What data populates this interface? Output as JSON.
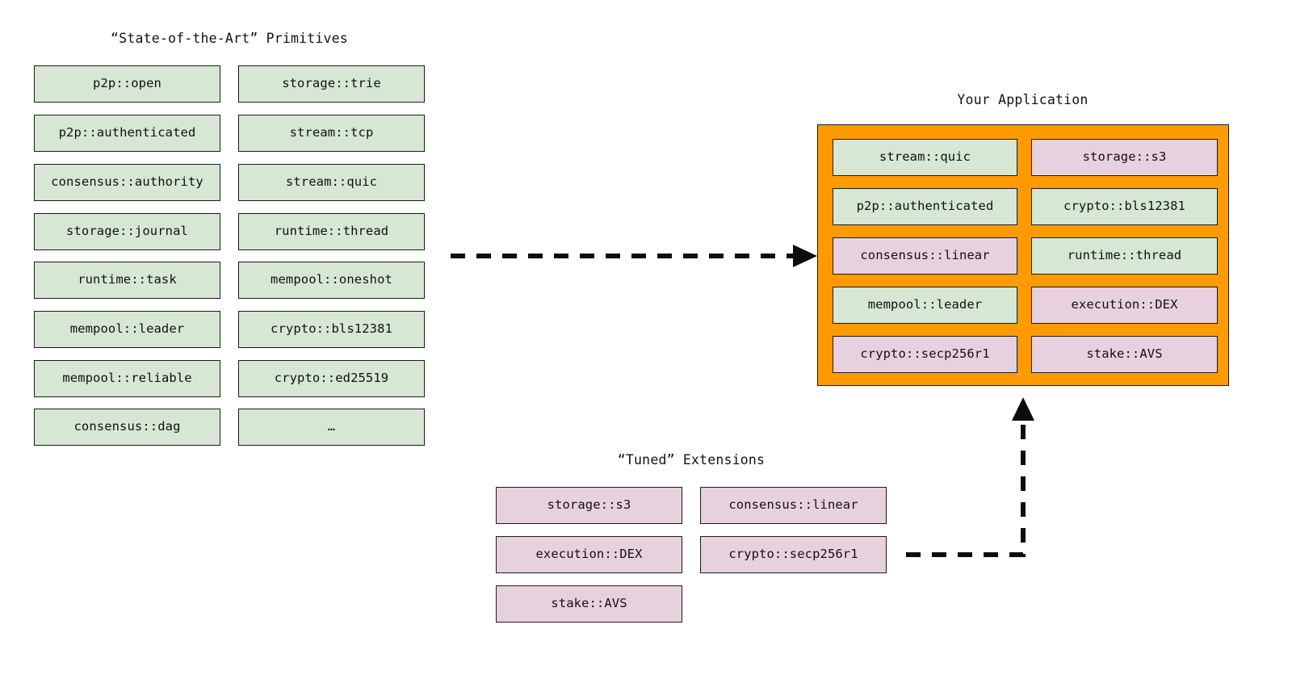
{
  "diagram": {
    "background_color": "#ffffff",
    "palette": {
      "primitive_green": "#d6e8d4",
      "extension_pink": "#e8d1de",
      "application_orange": "#ff9b00",
      "stroke": "#1b1b1b",
      "text": "#111111"
    }
  },
  "primitives": {
    "title": "“State-of-the-Art” Primitives",
    "column_a": [
      {
        "label": "p2p::open"
      },
      {
        "label": "p2p::authenticated"
      },
      {
        "label": "consensus::authority"
      },
      {
        "label": "storage::journal"
      },
      {
        "label": "runtime::task"
      },
      {
        "label": "mempool::leader"
      },
      {
        "label": "mempool::reliable"
      },
      {
        "label": "consensus::dag"
      }
    ],
    "column_b": [
      {
        "label": "storage::trie"
      },
      {
        "label": "stream::tcp"
      },
      {
        "label": "stream::quic"
      },
      {
        "label": "runtime::thread"
      },
      {
        "label": "mempool::oneshot"
      },
      {
        "label": "crypto::bls12381"
      },
      {
        "label": "crypto::ed25519"
      },
      {
        "label": "…"
      }
    ]
  },
  "extensions": {
    "title": "“Tuned” Extensions",
    "column_a": [
      {
        "label": "storage::s3"
      },
      {
        "label": "execution::DEX"
      },
      {
        "label": "stake::AVS"
      }
    ],
    "column_b": [
      {
        "label": "consensus::linear"
      },
      {
        "label": "crypto::secp256r1"
      }
    ]
  },
  "application": {
    "title": "Your Application",
    "column_a": [
      {
        "label": "stream::quic",
        "kind": "green"
      },
      {
        "label": "p2p::authenticated",
        "kind": "green"
      },
      {
        "label": "consensus::linear",
        "kind": "pink"
      },
      {
        "label": "mempool::leader",
        "kind": "green"
      },
      {
        "label": "crypto::secp256r1",
        "kind": "pink"
      }
    ],
    "column_b": [
      {
        "label": "storage::s3",
        "kind": "pink"
      },
      {
        "label": "crypto::bls12381",
        "kind": "green"
      },
      {
        "label": "runtime::thread",
        "kind": "green"
      },
      {
        "label": "execution::DEX",
        "kind": "pink"
      },
      {
        "label": "stake::AVS",
        "kind": "pink"
      }
    ]
  },
  "connectors": [
    {
      "name": "primitives-to-application",
      "style": "dashed",
      "direction": "right"
    },
    {
      "name": "extensions-to-application",
      "style": "dashed",
      "direction": "up"
    }
  ]
}
